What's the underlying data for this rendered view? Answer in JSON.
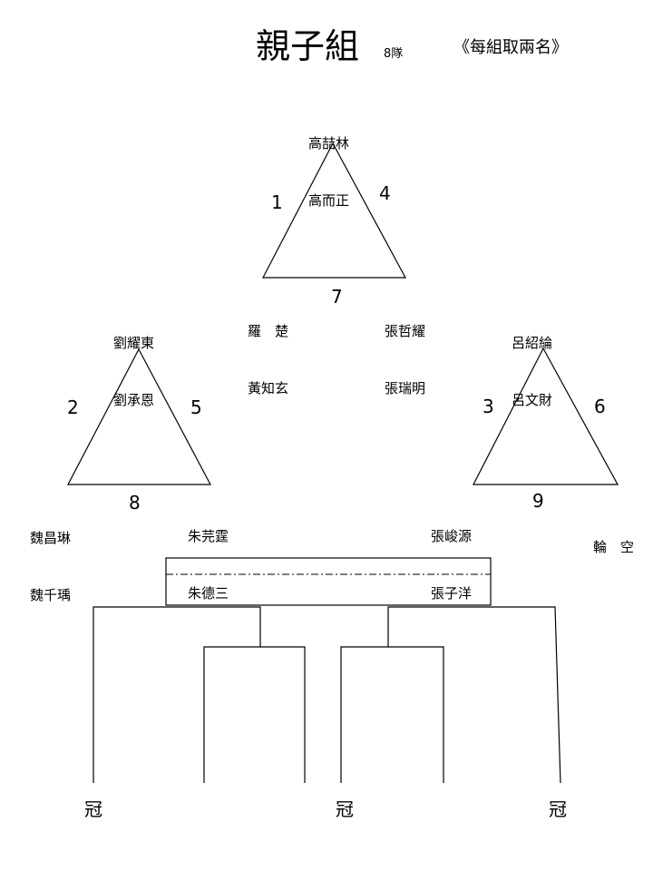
{
  "title": "親子組",
  "team_count": "8隊",
  "note": "《每組取兩名》",
  "groups": {
    "top": {
      "apex": [
        "高喆林",
        "高而正"
      ],
      "left": [
        "羅　楚",
        "黃知玄"
      ],
      "right": [
        "張哲耀",
        "張瑞明"
      ],
      "match_left": "1",
      "match_right": "4",
      "match_bottom": "7"
    },
    "left": {
      "apex": [
        "劉耀東",
        "劉承恩"
      ],
      "left": [
        "魏昌琳",
        "魏千瑀"
      ],
      "right": [
        "朱芫霆",
        "朱德三"
      ],
      "match_left": "2",
      "match_right": "5",
      "match_bottom": "8"
    },
    "right": {
      "apex": [
        "呂紹綸",
        "呂文財"
      ],
      "left": [
        "張峻源",
        "張子洋"
      ],
      "right": [
        "輪　空"
      ],
      "match_left": "3",
      "match_right": "6",
      "match_bottom": "9"
    }
  },
  "bracket": {
    "crown_labels": [
      "冠",
      "冠",
      "冠"
    ]
  }
}
